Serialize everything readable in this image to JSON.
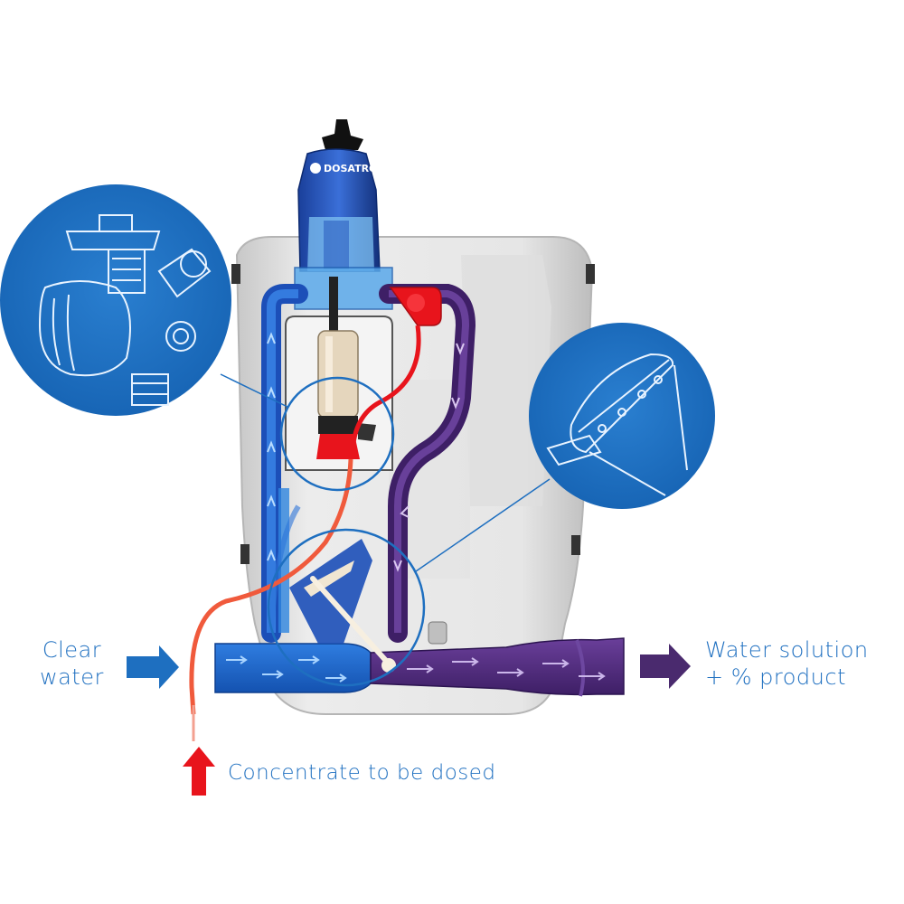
{
  "labels": {
    "clear_water_line1": "Clear",
    "clear_water_line2": "water",
    "water_solution_line1": "Water solution",
    "water_solution_line2": "+ % product",
    "concentrate": "Concentrate to be dosed"
  },
  "brand": {
    "logo_text": "DOSATRON"
  },
  "colors": {
    "clear_water": "#1e6fc0",
    "solution": "#4a2a6e",
    "concentrate": "#e8141c",
    "detail_circle": "#1e6fc0",
    "housing": "#d9d9d9",
    "label_text": "#1e6fc0"
  },
  "icons": {
    "inlet_arrow": "arrow-right-icon",
    "outlet_arrow": "arrow-right-icon",
    "concentrate_arrow": "arrow-up-icon"
  }
}
